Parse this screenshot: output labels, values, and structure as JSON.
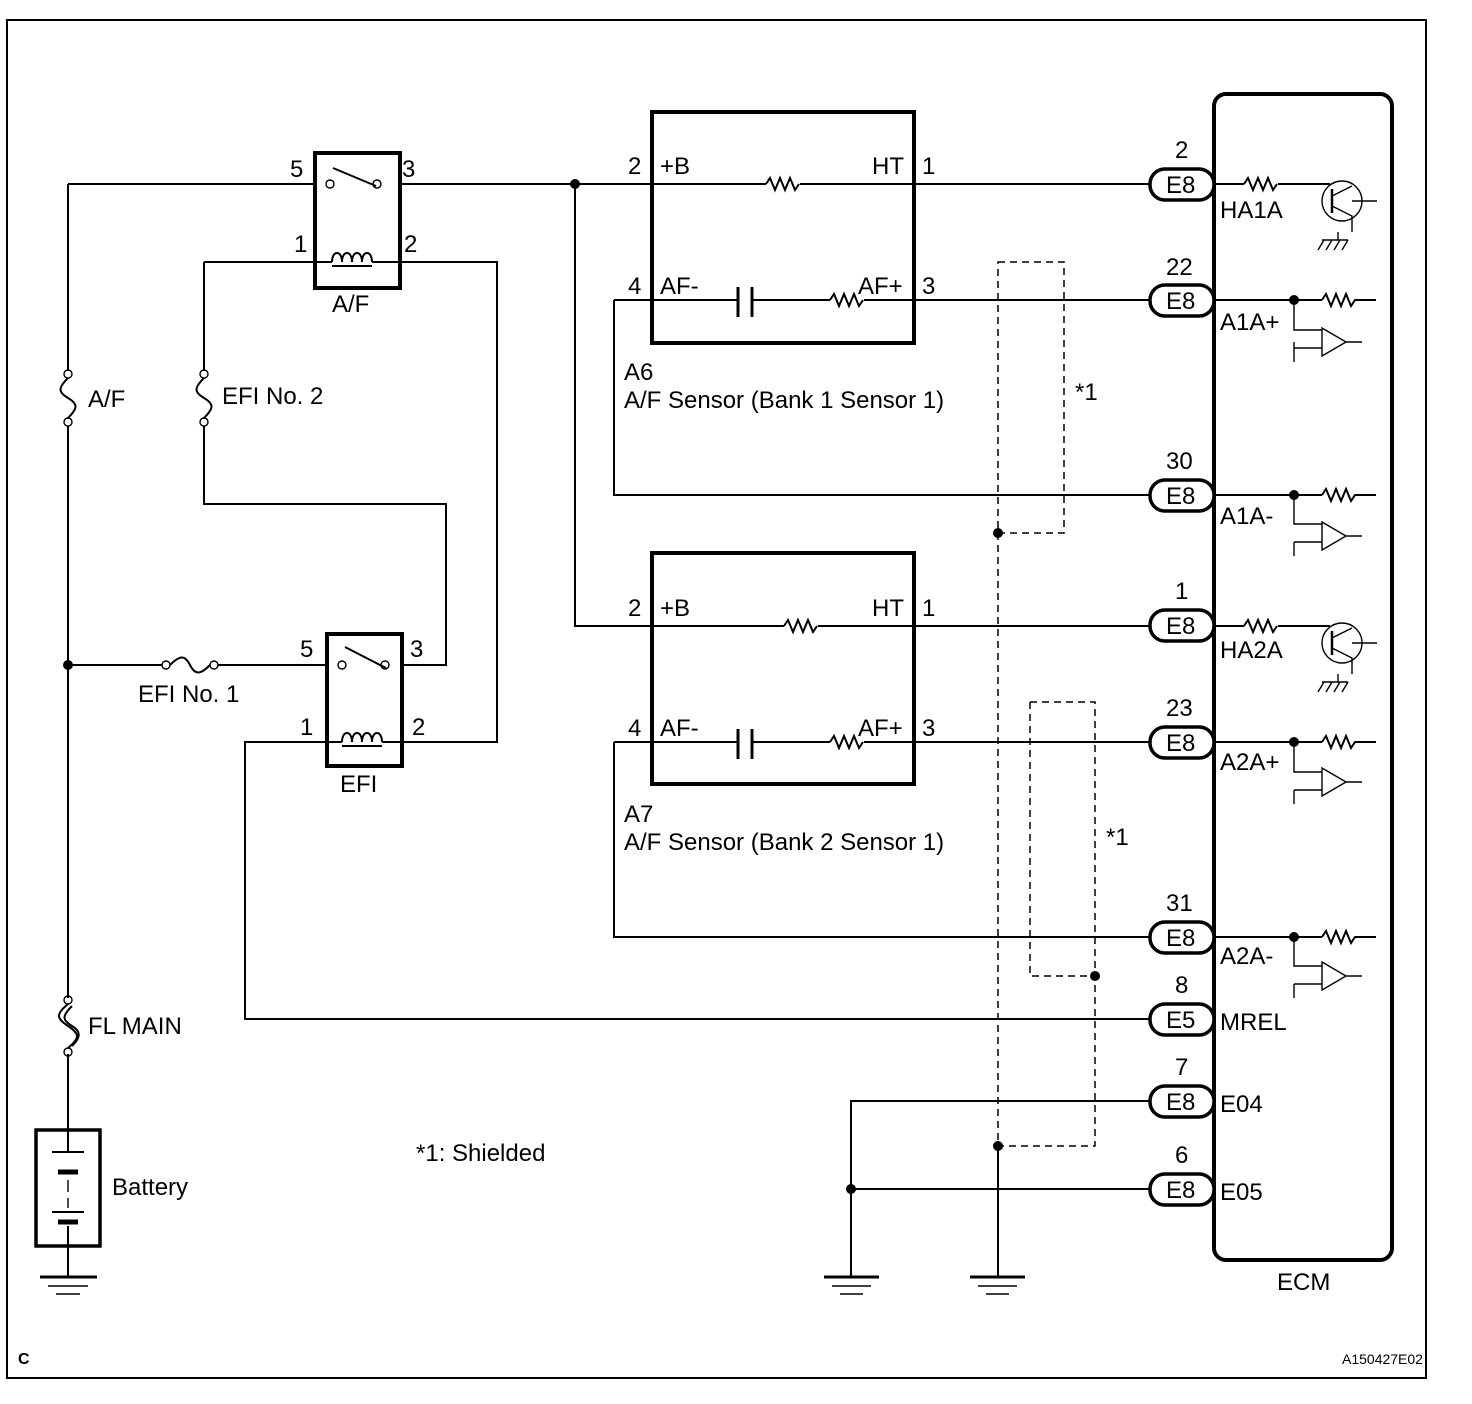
{
  "relays": {
    "af": {
      "label": "A/F",
      "pins": {
        "p5": "5",
        "p3": "3",
        "p1": "1",
        "p2": "2"
      }
    },
    "efi": {
      "label": "EFI",
      "pins": {
        "p5": "5",
        "p3": "3",
        "p1": "1",
        "p2": "2"
      }
    }
  },
  "fuses": {
    "af": "A/F",
    "efi_no2": "EFI No. 2",
    "efi_no1": "EFI No. 1",
    "fl_main": "FL MAIN"
  },
  "battery": "Battery",
  "sensors": [
    {
      "id": "A6",
      "name": "A/F Sensor (Bank 1 Sensor 1)",
      "pins": {
        "b_num": "2",
        "b_label": "+B",
        "ht_label": "HT",
        "ht_num": "1",
        "afm_num": "4",
        "afm_label": "AF-",
        "afp_label": "AF+",
        "afp_num": "3"
      }
    },
    {
      "id": "A7",
      "name": "A/F Sensor (Bank 2 Sensor 1)",
      "pins": {
        "b_num": "2",
        "b_label": "+B",
        "ht_label": "HT",
        "ht_num": "1",
        "afm_num": "4",
        "afm_label": "AF-",
        "afp_label": "AF+",
        "afp_num": "3"
      }
    }
  ],
  "shield_marks": [
    "*1",
    "*1"
  ],
  "shield_note": "*1: Shielded",
  "ecm": {
    "label": "ECM",
    "terminals": [
      {
        "pin": "2",
        "connector": "E8",
        "signal": "HA1A"
      },
      {
        "pin": "22",
        "connector": "E8",
        "signal": "A1A+"
      },
      {
        "pin": "30",
        "connector": "E8",
        "signal": "A1A-"
      },
      {
        "pin": "1",
        "connector": "E8",
        "signal": "HA2A"
      },
      {
        "pin": "23",
        "connector": "E8",
        "signal": "A2A+"
      },
      {
        "pin": "31",
        "connector": "E8",
        "signal": "A2A-"
      },
      {
        "pin": "8",
        "connector": "E5",
        "signal": "MREL"
      },
      {
        "pin": "7",
        "connector": "E8",
        "signal": "E04"
      },
      {
        "pin": "6",
        "connector": "E8",
        "signal": "E05"
      }
    ]
  },
  "corner_letter": "C",
  "figure_code": "A150427E02"
}
